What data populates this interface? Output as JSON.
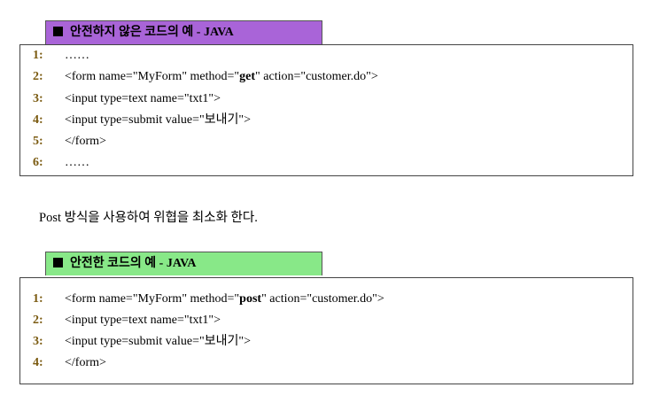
{
  "unsafe_section": {
    "title": "안전하지 않은 코드의 예 - JAVA",
    "lines": [
      {
        "num": "1:",
        "pre": "……",
        "bold": "",
        "post": ""
      },
      {
        "num": "2:",
        "pre": "<form name=\"MyForm\" method=\"",
        "bold": "get",
        "post": "\" action=\"customer.do\">"
      },
      {
        "num": "3:",
        "pre": "<input type=text name=\"txt1\">",
        "bold": "",
        "post": ""
      },
      {
        "num": "4:",
        "pre": "<input type=submit value=\"보내기\">",
        "bold": "",
        "post": ""
      },
      {
        "num": "5:",
        "pre": "</form>",
        "bold": "",
        "post": ""
      },
      {
        "num": "6:",
        "pre": "……",
        "bold": "",
        "post": ""
      }
    ]
  },
  "description": "Post 방식을 사용하여 위협을 최소화 한다.",
  "safe_section": {
    "title": "안전한 코드의 예 - JAVA",
    "lines": [
      {
        "num": "1:",
        "pre": "<form name=\"MyForm\" method=\"",
        "bold": "post",
        "post": "\" action=\"customer.do\">"
      },
      {
        "num": "2:",
        "pre": "<input type=text name=\"txt1\">",
        "bold": "",
        "post": ""
      },
      {
        "num": "3:",
        "pre": "<input type=submit value=\"보내기\">",
        "bold": "",
        "post": ""
      },
      {
        "num": "4:",
        "pre": "</form>",
        "bold": "",
        "post": ""
      }
    ]
  },
  "colors": {
    "unsafe_tab": "#a964d8",
    "safe_tab": "#88e888",
    "line_number": "#7a5a10"
  }
}
